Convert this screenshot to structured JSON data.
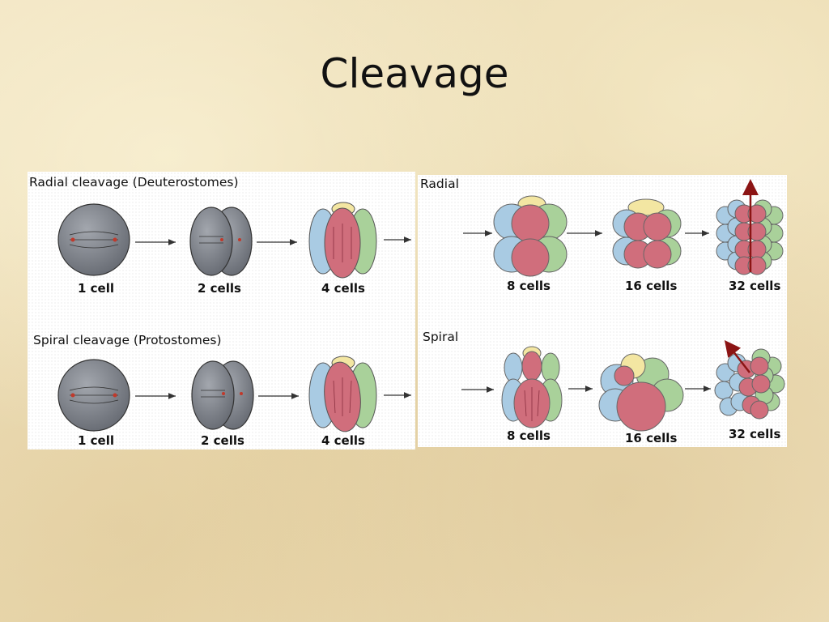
{
  "slide": {
    "title": "Cleavage"
  },
  "left_panel": {
    "radial_heading": "Radial cleavage (Deuterostomes)",
    "spiral_heading": "Spiral cleavage (Protostomes)",
    "radial_labels": [
      "1 cell",
      "2 cells",
      "4 cells"
    ],
    "spiral_labels": [
      "1 cell",
      "2 cells",
      "4 cells"
    ]
  },
  "right_panel": {
    "radial_heading": "Radial",
    "spiral_heading": "Spiral",
    "radial_labels": [
      "8 cells",
      "16 cells",
      "32 cells"
    ],
    "spiral_labels": [
      "8 cells",
      "16 cells",
      "32 cells"
    ]
  },
  "colors": {
    "cell_gray": "#7d8189",
    "blastomere_blue": "#a9cbe3",
    "blastomere_red": "#d06e7c",
    "blastomere_green": "#a9d19a",
    "blastomere_yellow": "#f3e6a2",
    "axis_arrow": "#8b1414"
  }
}
